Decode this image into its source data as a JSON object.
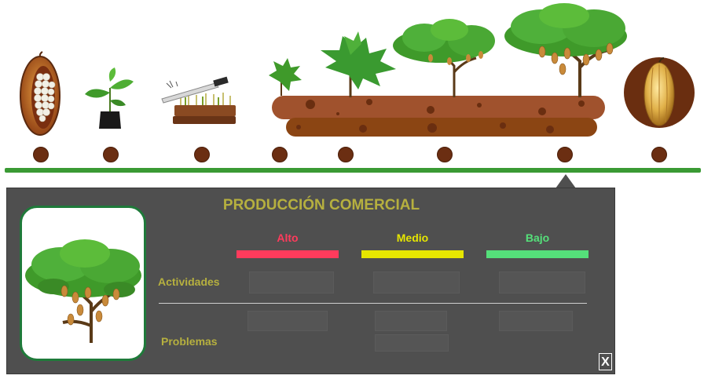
{
  "stages": {
    "items": [
      {
        "name": "cacao-pod-open-stage"
      },
      {
        "name": "seedling-stage"
      },
      {
        "name": "grafting-stage"
      },
      {
        "name": "young-plant-stage"
      },
      {
        "name": "growing-plant-stage"
      },
      {
        "name": "development-stage"
      },
      {
        "name": "commercial-production-stage"
      },
      {
        "name": "harvest-pod-stage"
      }
    ],
    "selected_index": 6
  },
  "panel": {
    "title": "PRODUCCIÓN COMERCIAL",
    "levels": {
      "high": {
        "label": "Alto",
        "color": "#ff3b5c"
      },
      "medium": {
        "label": "Medio",
        "color": "#e6e600"
      },
      "low": {
        "label": "Bajo",
        "color": "#55e07a"
      }
    },
    "rows": {
      "activities_label": "Actividades",
      "problems_label": "Problemas"
    },
    "close_label": "X"
  },
  "colors": {
    "timeline": "#3a9a34",
    "node": "#6b2e12",
    "panel_bg": "#4f4f4f",
    "title": "#b6b03f",
    "thumb_border": "#1f7a3a"
  }
}
